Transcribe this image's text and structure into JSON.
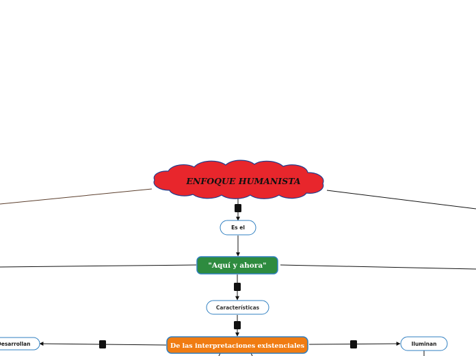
{
  "diagram": {
    "root": {
      "label": "ENFOQUE HUMANISTA",
      "fill": "#e8262c",
      "stroke": "#1f3f8f"
    },
    "nodes": {
      "es_el": {
        "label": "Es el"
      },
      "aqui_ahora": {
        "label": "\"Aquí y ahora\"",
        "fill": "#2e8b3f"
      },
      "caracteristicas": {
        "label": "Características"
      },
      "interpretaciones": {
        "label": "De las interpretaciones existenciales",
        "fill": "#f07c12"
      },
      "desarrollan": {
        "label": "Desarrollan"
      },
      "iluminan": {
        "label": "Iluminan"
      }
    },
    "colors": {
      "outline": "#2f7fc1",
      "connector": "#111111",
      "connector_brown": "#5a3d2b"
    }
  }
}
